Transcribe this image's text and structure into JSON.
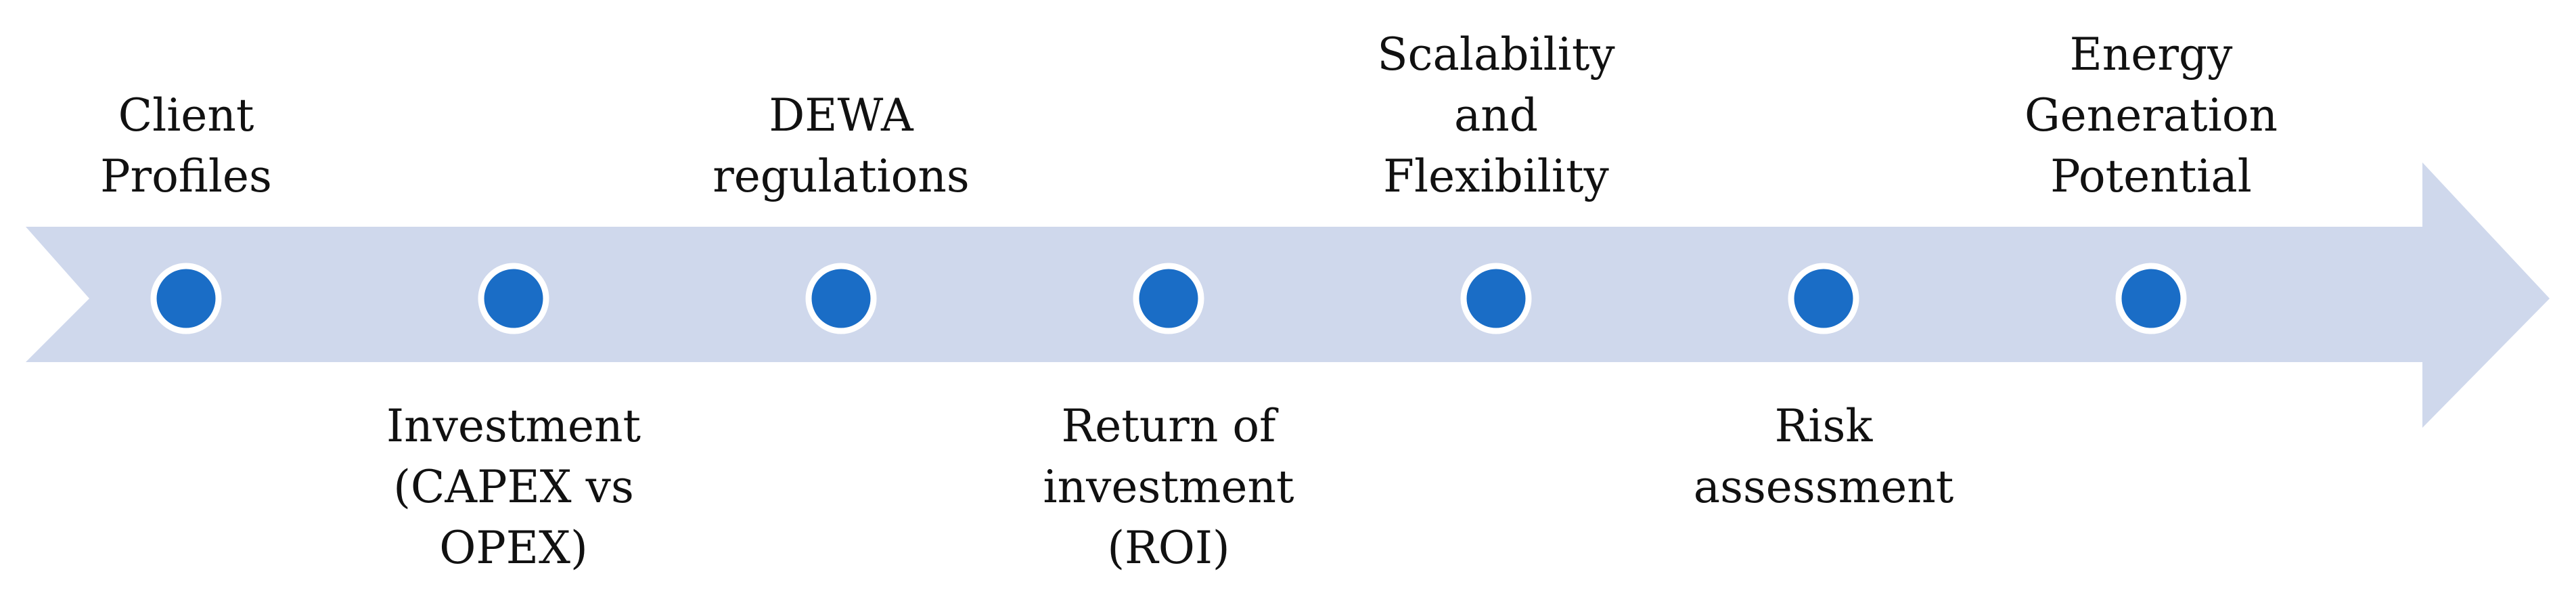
{
  "colors": {
    "arrow": "#CFD8EC",
    "dot_fill": "#1A6DC6",
    "dot_stroke": "#FFFFFF",
    "text": "#111111"
  },
  "steps": [
    {
      "id": "client-profiles",
      "lines": [
        "Client",
        "Profiles"
      ],
      "position": "above"
    },
    {
      "id": "investment",
      "lines": [
        "Investment",
        "(CAPEX vs",
        "OPEX)"
      ],
      "position": "below"
    },
    {
      "id": "dewa-regulations",
      "lines": [
        "DEWA",
        "regulations"
      ],
      "position": "above"
    },
    {
      "id": "return-of-investment",
      "lines": [
        "Return of",
        "investment",
        "(ROI)"
      ],
      "position": "below"
    },
    {
      "id": "scalability-flexibility",
      "lines": [
        "Scalability",
        "and",
        "Flexibility"
      ],
      "position": "above"
    },
    {
      "id": "risk-assessment",
      "lines": [
        "Risk",
        "assessment"
      ],
      "position": "below"
    },
    {
      "id": "energy-generation-potential",
      "lines": [
        "Energy",
        "Generation",
        "Potential"
      ],
      "position": "above"
    }
  ]
}
